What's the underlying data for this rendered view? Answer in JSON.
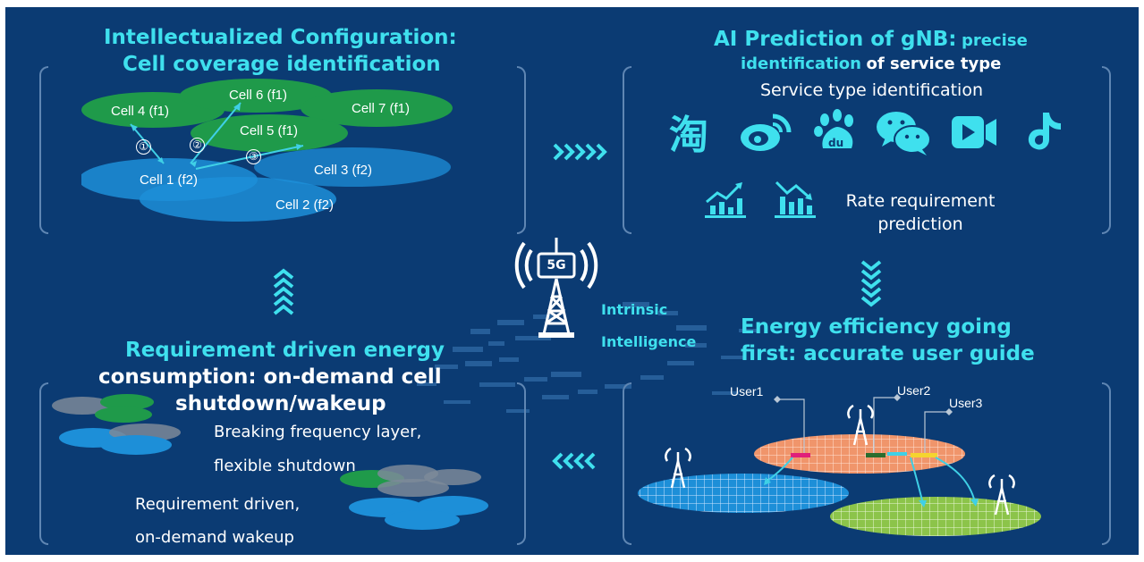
{
  "top_left": {
    "title_line1": "Intellectualized Configuration:",
    "title_line2": "Cell coverage identification",
    "cells": [
      "Cell 4 (f1)",
      "Cell 6 (f1)",
      "Cell 7 (f1)",
      "Cell 5 (f1)",
      "Cell 1 (f2)",
      "Cell 3 (f2)",
      "Cell 2 (f2)"
    ],
    "markers": [
      "①",
      "②",
      "③"
    ]
  },
  "top_right": {
    "title_part1": "AI Prediction of gNB:",
    "title_part2": "precise",
    "title_part3": "identification",
    "title_part4": "of service type",
    "service_label": "Service type identification",
    "service_icons": [
      "taobao-icon",
      "weibo-icon",
      "baidu-icon",
      "wechat-icon",
      "video-icon",
      "tiktok-icon"
    ],
    "rate_line1": "Rate requirement",
    "rate_line2": "prediction"
  },
  "center": {
    "badge": "5G",
    "line1": "Intrinsic",
    "line2": "Intelligence"
  },
  "bottom_left": {
    "title_line1": "Requirement driven energy",
    "title_line2": "consumption: on-demand cell",
    "title_line3": "shutdown/wakeup",
    "text1_line1": "Breaking frequency layer,",
    "text1_line2": "flexible shutdown",
    "text2_line1": "Requirement driven,",
    "text2_line2": "on-demand wakeup"
  },
  "bottom_right": {
    "title_line1": "Energy efficiency going",
    "title_line2": "first: accurate user guide",
    "users": [
      "User1",
      "User2",
      "User3"
    ]
  },
  "colors": {
    "background": "#0b3b73",
    "accent": "#3fe0ee",
    "cell_green": "#1f9a4a",
    "cell_blue": "#1d8fd8"
  }
}
